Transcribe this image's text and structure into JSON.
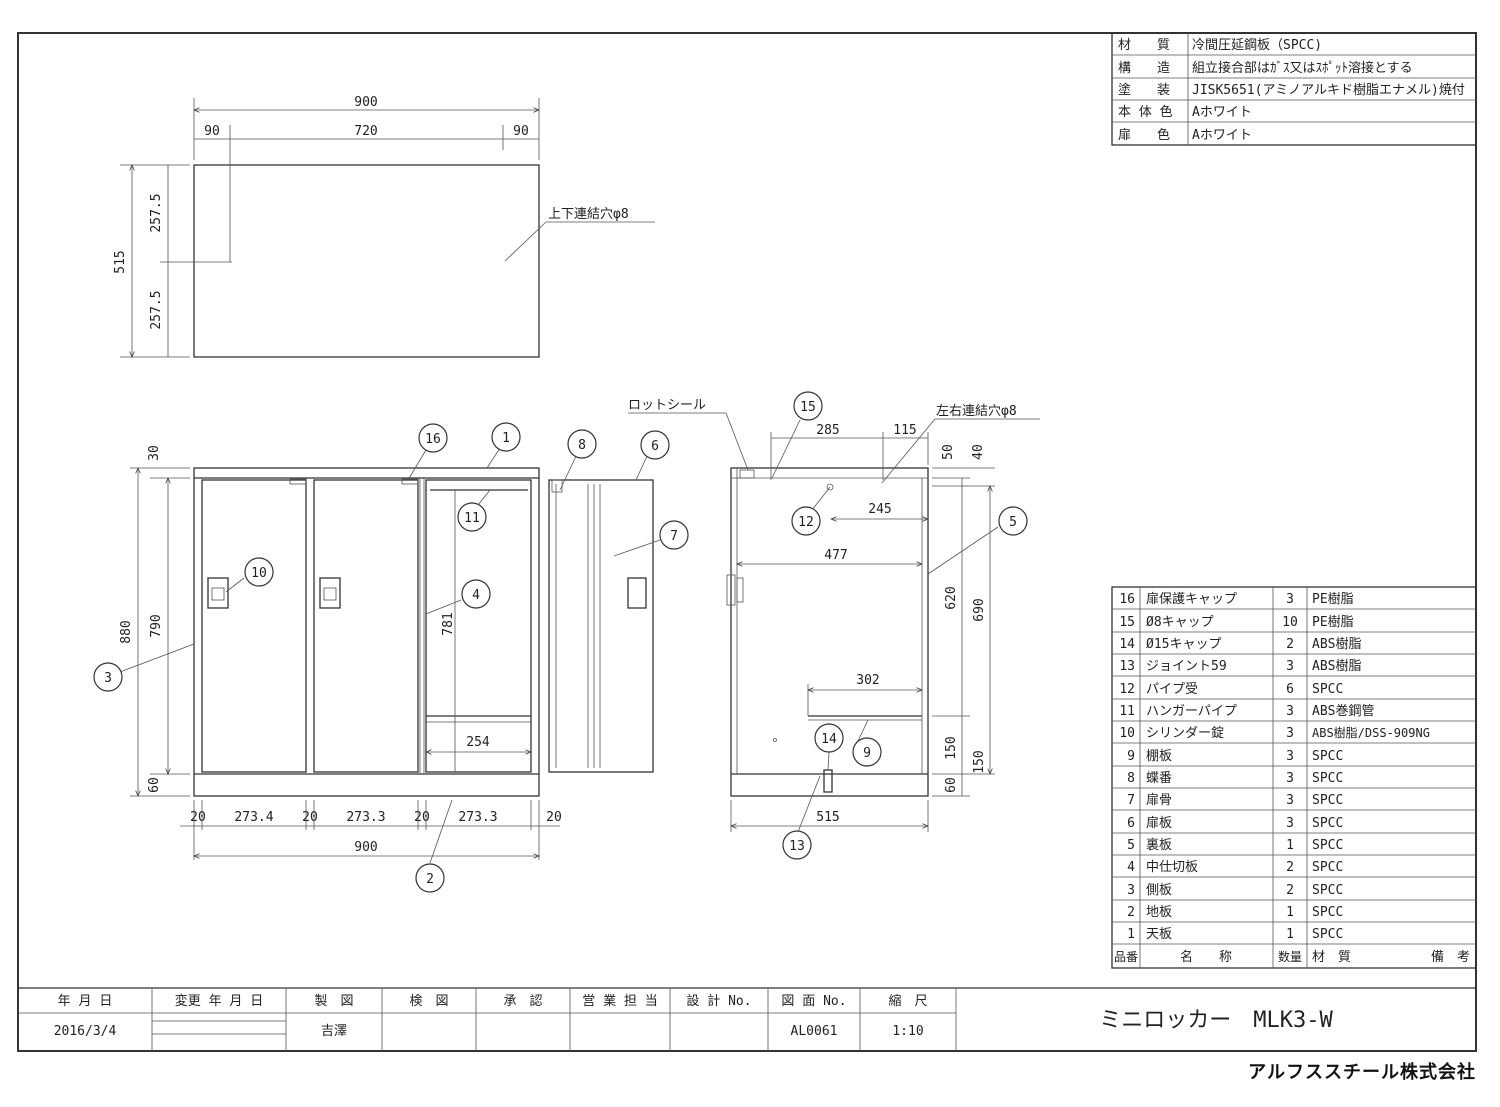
{
  "spec": [
    {
      "label": "材　　質",
      "value": "冷間圧延鋼板（SPCC)"
    },
    {
      "label": "構　　造",
      "value": "組立接合部はｶﾞｽ又はｽﾎﾟｯﾄ溶接とする"
    },
    {
      "label": "塗　　装",
      "value": "JISK5651(アミノアルキド樹脂エナメル)焼付"
    },
    {
      "label": "本 体 色",
      "value": "Aホワイト"
    },
    {
      "label": "扉　　色",
      "value": "Aホワイト"
    }
  ],
  "parts_header": {
    "no": "品番",
    "name": "名　　称",
    "qty": "数量",
    "material": "材　質",
    "note": "備　考"
  },
  "parts": [
    {
      "no": "16",
      "name": "扉保護キャップ",
      "qty": "3",
      "material": "PE樹脂"
    },
    {
      "no": "15",
      "name": "Ø8キャップ",
      "qty": "10",
      "material": "PE樹脂"
    },
    {
      "no": "14",
      "name": "Ø15キャップ",
      "qty": "2",
      "material": "ABS樹脂"
    },
    {
      "no": "13",
      "name": "ジョイント59",
      "qty": "3",
      "material": "ABS樹脂"
    },
    {
      "no": "12",
      "name": "パイプ受",
      "qty": "6",
      "material": "SPCC"
    },
    {
      "no": "11",
      "name": "ハンガーパイプ",
      "qty": "3",
      "material": "ABS巻鋼管"
    },
    {
      "no": "10",
      "name": "シリンダー錠",
      "qty": "3",
      "material": "ABS樹脂/DSS-909NG"
    },
    {
      "no": "9",
      "name": "棚板",
      "qty": "3",
      "material": "SPCC"
    },
    {
      "no": "8",
      "name": "蝶番",
      "qty": "3",
      "material": "SPCC"
    },
    {
      "no": "7",
      "name": "扉骨",
      "qty": "3",
      "material": "SPCC"
    },
    {
      "no": "6",
      "name": "扉板",
      "qty": "3",
      "material": "SPCC"
    },
    {
      "no": "5",
      "name": "裏板",
      "qty": "1",
      "material": "SPCC"
    },
    {
      "no": "4",
      "name": "中仕切板",
      "qty": "2",
      "material": "SPCC"
    },
    {
      "no": "3",
      "name": "側板",
      "qty": "2",
      "material": "SPCC"
    },
    {
      "no": "2",
      "name": "地板",
      "qty": "1",
      "material": "SPCC"
    },
    {
      "no": "1",
      "name": "天板",
      "qty": "1",
      "material": "SPCC"
    }
  ],
  "title_block": {
    "date_label": "年 月 日",
    "date_value": "2016/3/4",
    "change_label": "変更 年 月 日",
    "drawn_label": "製　図",
    "drawn_value": "吉澤",
    "checked_label": "検　図",
    "approved_label": "承　認",
    "sales_label": "営 業 担 当",
    "design_no_label": "設 計 No.",
    "drawing_no_label": "図 面 No.",
    "drawing_no_value": "AL0061",
    "scale_label": "縮　尺",
    "scale_value": "1:10",
    "title": "ミニロッカー　MLK3-W",
    "company": "アルフススチール株式会社"
  },
  "top_view": {
    "dim_total": "900",
    "dim_left": "90",
    "dim_mid": "720",
    "dim_right": "90",
    "dim_depth": "515",
    "dim_half_upper": "257.5",
    "dim_half_lower": "257.5",
    "hole_note": "上下連結穴φ8"
  },
  "front_view": {
    "dim_top": "30",
    "dim_height": "880",
    "dim_door": "790",
    "dim_base": "60",
    "dim_partition": "781",
    "dim_shelf": "254",
    "dim_w": [
      "20",
      "273.4",
      "20",
      "273.3",
      "20",
      "273.3",
      "20"
    ],
    "dim_total": "900"
  },
  "side_view": {
    "lot_seal": "ロットシール",
    "side_hole_note": "左右連結穴φ8",
    "dim_285": "285",
    "dim_115": "115",
    "dim_245": "245",
    "dim_477": "477",
    "dim_302": "302",
    "dim_50": "50",
    "dim_40": "40",
    "dim_620": "620",
    "dim_690": "690",
    "dim_150a": "150",
    "dim_150b": "150",
    "dim_60": "60",
    "dim_515": "515"
  },
  "callouts": [
    "1",
    "2",
    "3",
    "4",
    "5",
    "6",
    "7",
    "8",
    "9",
    "10",
    "11",
    "12",
    "13",
    "14",
    "15",
    "16"
  ]
}
